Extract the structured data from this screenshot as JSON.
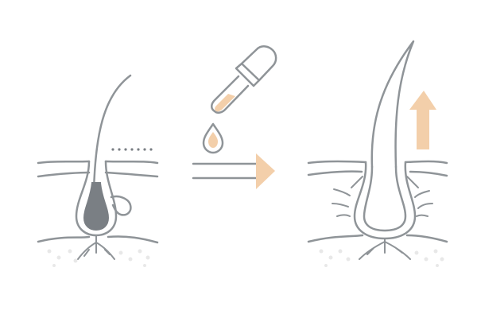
{
  "colors": {
    "background": "#ffffff",
    "line": "#8f9498",
    "line_dark": "#7a7f84",
    "accent": "#f3cfaa",
    "dots": "#e8e8e8"
  },
  "panels": [
    {
      "name": "weak-hair-follicle",
      "icon": "hair-follicle-icon"
    },
    {
      "name": "serum-application",
      "icon": "dropper-icon"
    },
    {
      "name": "strong-hair-follicle",
      "icon": "hair-growth-icon"
    }
  ]
}
